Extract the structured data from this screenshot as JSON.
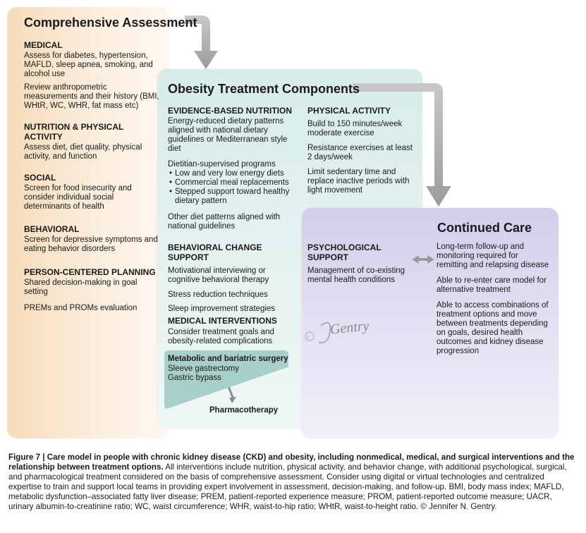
{
  "assessment": {
    "title": "Comprehensive Assessment",
    "medical": {
      "heading": "MEDICAL",
      "items": [
        "Assess for diabetes, hypertension, MAFLD, sleep apnea, smoking, and alcohol use",
        "Review anthropometric measurements and their history (BMI, WHtR, WC, WHR, fat mass etc)"
      ]
    },
    "nutrition": {
      "heading": "NUTRITION & PHYSICAL ACTIVITY",
      "items": [
        "Assess diet, diet quality, physical activity, and function"
      ]
    },
    "social": {
      "heading": "SOCIAL",
      "items": [
        "Screen for food insecurity and consider individual social determinants of health"
      ]
    },
    "behavioral": {
      "heading": "BEHAVIORAL",
      "items": [
        "Screen for depressive symptoms and eating behavior disorders"
      ]
    },
    "planning": {
      "heading": "PERSON-CENTERED PLANNING",
      "items": [
        "Shared decision-making in goal setting",
        "PREMs and PROMs evaluation"
      ]
    }
  },
  "components": {
    "title": "Obesity Treatment Components",
    "nutrition": {
      "heading": "EVIDENCE-BASED NUTRITION",
      "item1": "Energy-reduced dietary patterns aligned with national dietary guidelines or Mediterranean style diet",
      "item2": "Dietitian-supervised programs",
      "bullets": [
        "Low and very low energy diets",
        "Commercial meal replacements",
        "Stepped support toward healthy dietary pattern"
      ],
      "item3": "Other diet patterns aligned with national guidelines"
    },
    "activity": {
      "heading": "PHYSICAL ACTIVITY",
      "items": [
        "Build to 150 minutes/week moderate exercise",
        "Resistance exercises at least 2 days/week",
        "Limit sedentary time and replace inactive periods with light movement"
      ]
    },
    "behavioral": {
      "heading": "BEHAVIORAL CHANGE SUPPORT",
      "items": [
        "Motivational interviewing or cognitive behavioral therapy",
        "Stress reduction techniques",
        "Sleep improvement strategies"
      ]
    },
    "psych": {
      "heading": "PSYCHOLOGICAL SUPPORT",
      "items": [
        "Management of co-existing mental health conditions"
      ]
    },
    "medical": {
      "heading": "MEDICAL INTERVENTIONS",
      "items": [
        "Consider treatment goals and obesity-related complications"
      ],
      "surgery_heading": "Metabolic and bariatric surgery",
      "surgery_items": [
        "Sleeve gastrectomy",
        "Gastric bypass"
      ],
      "pharmacotherapy": "Pharmacotherapy"
    }
  },
  "care": {
    "title": "Continued Care",
    "items": [
      "Long-term follow-up and monitoring required for remitting and relapsing disease",
      "Able to re-enter care model for alternative treatment",
      "Able to access combinations of treatment options and move between treatments depending on goals, desired health outcomes and kidney disease progression"
    ]
  },
  "signature": "Gentry",
  "caption": {
    "label": "Figure 7 | Care model in people with chronic kidney disease (CKD) and obesity, including nonmedical, medical, and surgical interventions and the relationship between treatment options.",
    "text": " All interventions include nutrition, physical activity, and behavior change, with additional psychological, surgical, and pharmacological treatment considered on the basis of comprehensive assessment. Consider using digital or virtual technologies and centralized expertise to train and support local teams in providing expert involvement in assessment, decision-making, and follow-up. BMI, body mass index; MAFLD, metabolic dysfunction–associated fatty liver disease; PREM, patient-reported experience measure; PROM, patient-reported outcome measure; UACR, urinary albumin-to-creatinine ratio; WC, waist circumference; WHR, waist-to-hip ratio; WHtR, waist-to-height ratio. © Jennifer N. Gentry."
  },
  "colors": {
    "assessment_panel": "#f6dcb9",
    "components_panel": "#d7ecea",
    "care_panel": "#d3cdea",
    "arrow": "#a9a9a9",
    "surgery_box": "#a9cfca"
  }
}
